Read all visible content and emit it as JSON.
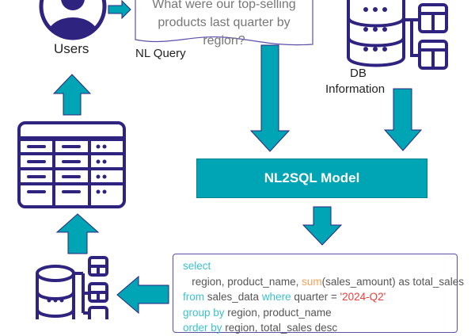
{
  "users_label": "Users",
  "nl_query": {
    "label": "NL Query",
    "text_line1": "What were our top-selling",
    "text_line2": "products last quarter by region?"
  },
  "db_label_line1": "DB",
  "db_label_line2": "Information",
  "model_label": "NL2SQL Model",
  "sql": {
    "l1_kw": "select",
    "l2_a": "   region, product_name, ",
    "l2_fn": "sum",
    "l2_b": "(sales_amount) as total_sales",
    "l3_kw1": "from",
    "l3_a": " sales_data ",
    "l3_kw2": "where",
    "l3_b": " quarter = ",
    "l3_str": "'2024-Q2'",
    "l4_kw": "group by",
    "l4_a": " region, product_name",
    "l5_kw": "order by",
    "l5_a": " region, total_sales desc"
  },
  "colors": {
    "navy": "#2e2480",
    "teal": "#00a5b5",
    "sql_keyword": "#3cc0cf",
    "sql_function": "#f5a05a",
    "sql_string": "#ee3b3b"
  }
}
